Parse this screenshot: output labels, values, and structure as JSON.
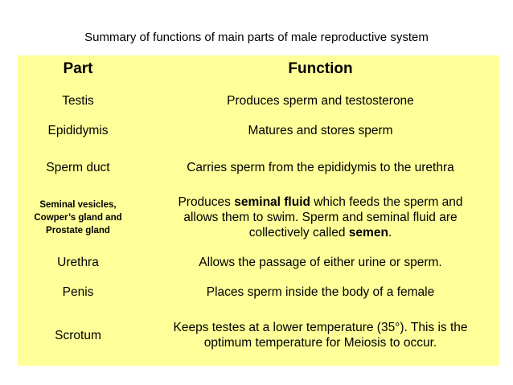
{
  "title": "Summary of functions of main parts of male reproductive system",
  "headers": {
    "part": "Part",
    "function": "Function"
  },
  "rows": [
    {
      "part": "Testis",
      "function": "Produces sperm and testosterone"
    },
    {
      "part": "Epididymis",
      "function": "Matures and stores sperm"
    },
    {
      "part": "Sperm duct",
      "function": "Carries sperm from the epididymis to the urethra"
    },
    {
      "part_lines": [
        "Seminal vesicles,",
        "Cowper’s gland and",
        "Prostate gland"
      ],
      "function_parts": {
        "l1_pre": "Produces ",
        "l1_bold": "seminal fluid",
        "l1_post": " which feeds the sperm and",
        "l2": "allows them to swim. Sperm and seminal fluid are",
        "l3_pre": "collectively called ",
        "l3_bold": "semen",
        "l3_post": "."
      }
    },
    {
      "part": "Urethra",
      "function": "Allows the passage of either urine or sperm."
    },
    {
      "part": "Penis",
      "function": "Places sperm inside the body of a female"
    },
    {
      "part": "Scrotum",
      "function_lines": [
        "Keeps testes at a lower temperature (35°). This is the",
        "optimum temperature for Meiosis to occur."
      ]
    }
  ],
  "colors": {
    "table_background": "#ffff99",
    "page_background": "#ffffff",
    "text": "#000000"
  }
}
